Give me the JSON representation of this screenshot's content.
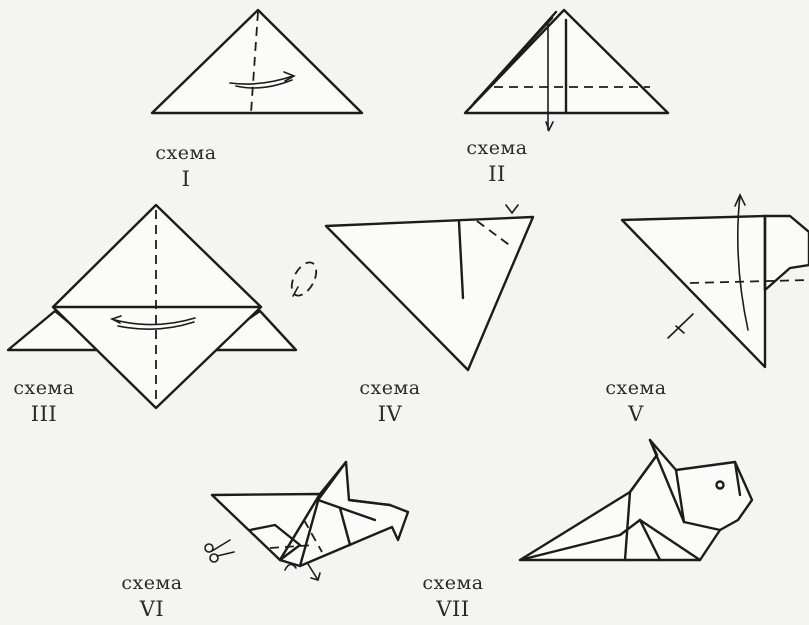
{
  "steps": [
    {
      "word": "схема",
      "numeral": "I"
    },
    {
      "word": "схема",
      "numeral": "II"
    },
    {
      "word": "схема",
      "numeral": "III"
    },
    {
      "word": "схема",
      "numeral": "IV"
    },
    {
      "word": "схема",
      "numeral": "V"
    },
    {
      "word": "схема",
      "numeral": "VI"
    },
    {
      "word": "схема",
      "numeral": "VII"
    }
  ],
  "colors": {
    "ink": "#1c1c1c",
    "paper": "#f4f4f2"
  }
}
